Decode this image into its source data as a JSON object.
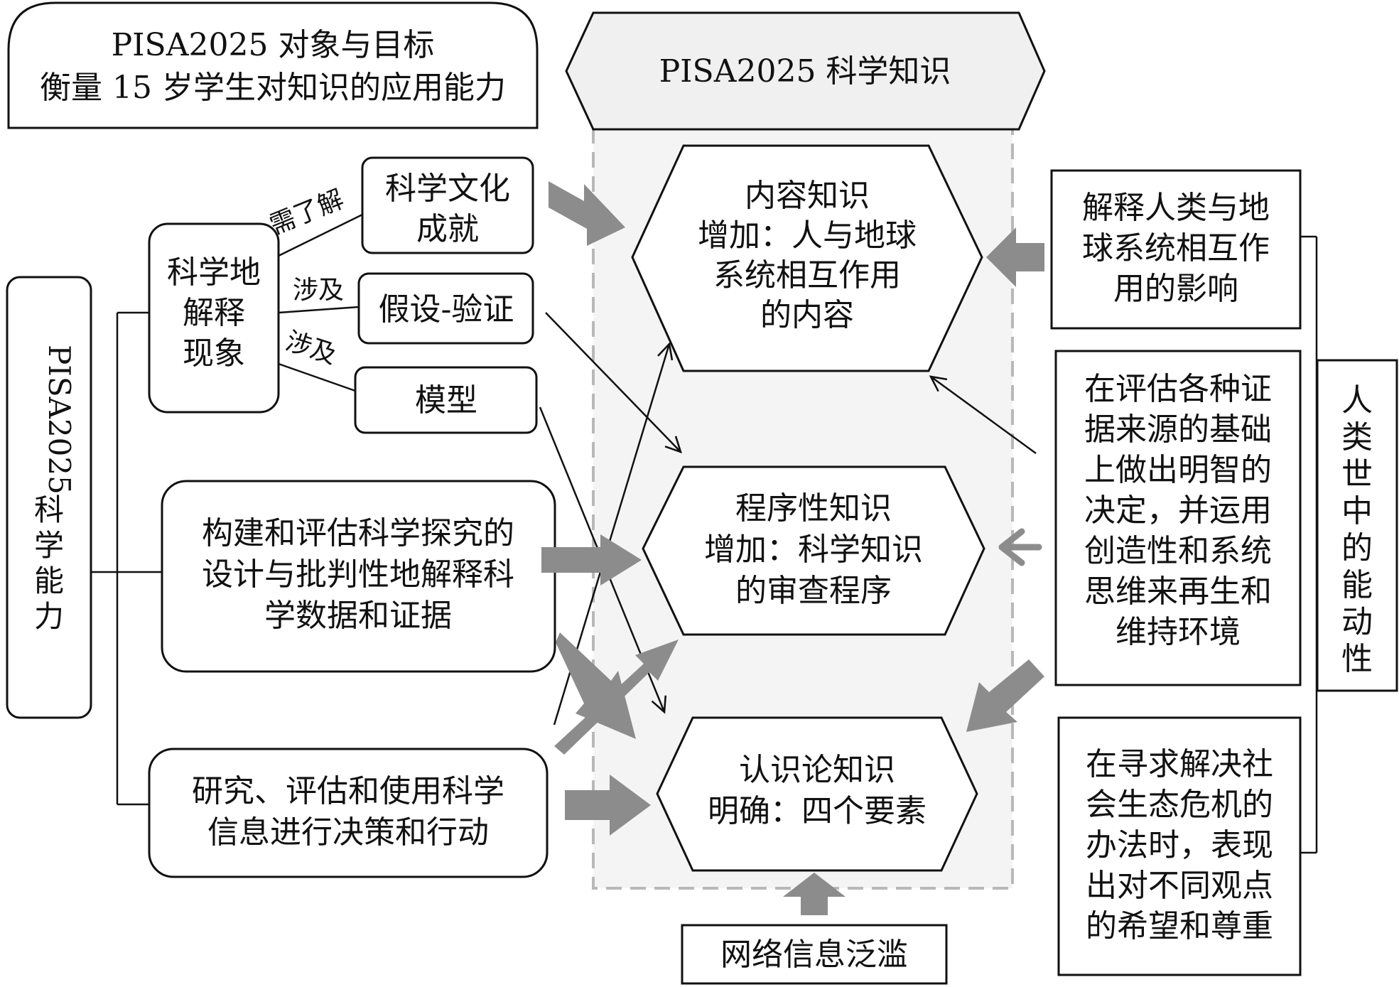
{
  "objective": {
    "line1": "PISA2025 对象与目标",
    "line2": "衡量 15 岁学生对知识的应用能力"
  },
  "knowledge_header": "PISA2025 科学知识",
  "competency_label": [
    "PISA2025",
    "科",
    "学",
    "能",
    "力"
  ],
  "explain": {
    "label": [
      "科学地",
      "解释",
      "现象"
    ],
    "branches": [
      {
        "link": "需了解",
        "box": [
          "科学文化",
          "成就"
        ]
      },
      {
        "link": "涉及",
        "box": [
          "假设-验证"
        ]
      },
      {
        "link": "涉及",
        "box": [
          "模型"
        ]
      }
    ]
  },
  "construct": [
    "构建和评估科学探究的",
    "设计与批判性地解释科",
    "学数据和证据"
  ],
  "research": [
    "研究、评估和使用科学",
    "信息进行决策和行动"
  ],
  "knowledge_types": [
    {
      "lines": [
        "内容知识",
        "增加：人与地球",
        "系统相互作用",
        "的内容"
      ]
    },
    {
      "lines": [
        "程序性知识",
        "增加：科学知识",
        "的审查程序"
      ]
    },
    {
      "lines": [
        "认识论知识",
        "明确：四个要素"
      ]
    }
  ],
  "info_overload": "网络信息泛滥",
  "agency_label": [
    "人",
    "类",
    "世",
    "中",
    "的",
    "能",
    "动",
    "性"
  ],
  "agency_items": [
    {
      "lines": [
        "解释人类与地",
        "球系统相互作",
        "用的影响"
      ]
    },
    {
      "lines": [
        "在评估各种证",
        "据来源的基础",
        "上做出明智的",
        "决定，并运用",
        "创造性和系统",
        "思维来再生和",
        "维持环境"
      ]
    },
    {
      "lines": [
        "在寻求解决社",
        "会生态危机的",
        "办法时，表现",
        "出对不同观点",
        "的希望和尊重"
      ]
    }
  ],
  "colors": {
    "arrow": "#8c8c8c",
    "panel_fill": "#f4f4f4",
    "panel_border": "#b8b8b8",
    "line": "#111111"
  }
}
